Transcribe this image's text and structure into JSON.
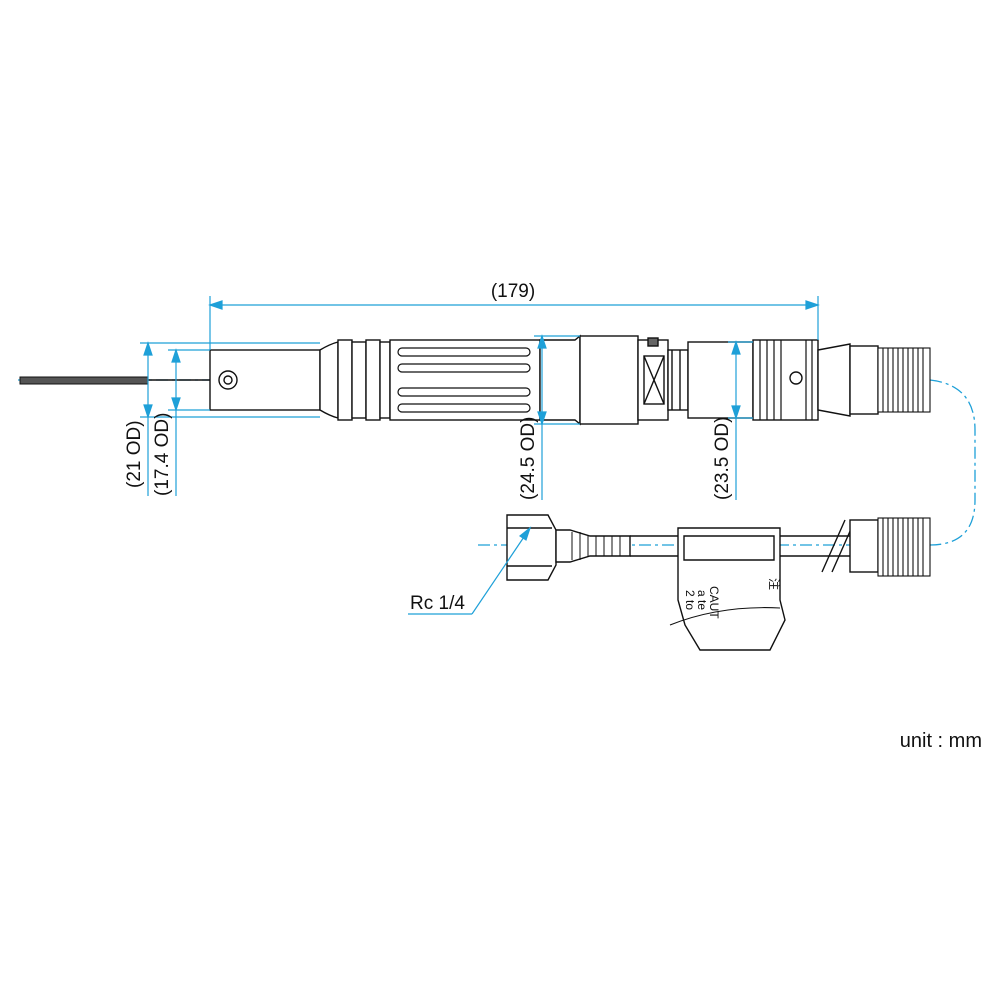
{
  "dimensions": {
    "length": "(179)",
    "od_outer": "(21 OD)",
    "od_inner": "(17.4 OD)",
    "od_body": "(24.5 OD)",
    "od_neck": "(23.5 OD)"
  },
  "thread_label": "Rc 1/4",
  "unit_label": "unit : mm",
  "caution_tag": {
    "kanji": "注",
    "line1": "CAUT",
    "line2": "a te",
    "line3": "2 to"
  },
  "colors": {
    "dimension": "#1ea0d8",
    "line": "#111111",
    "background": "#ffffff"
  }
}
